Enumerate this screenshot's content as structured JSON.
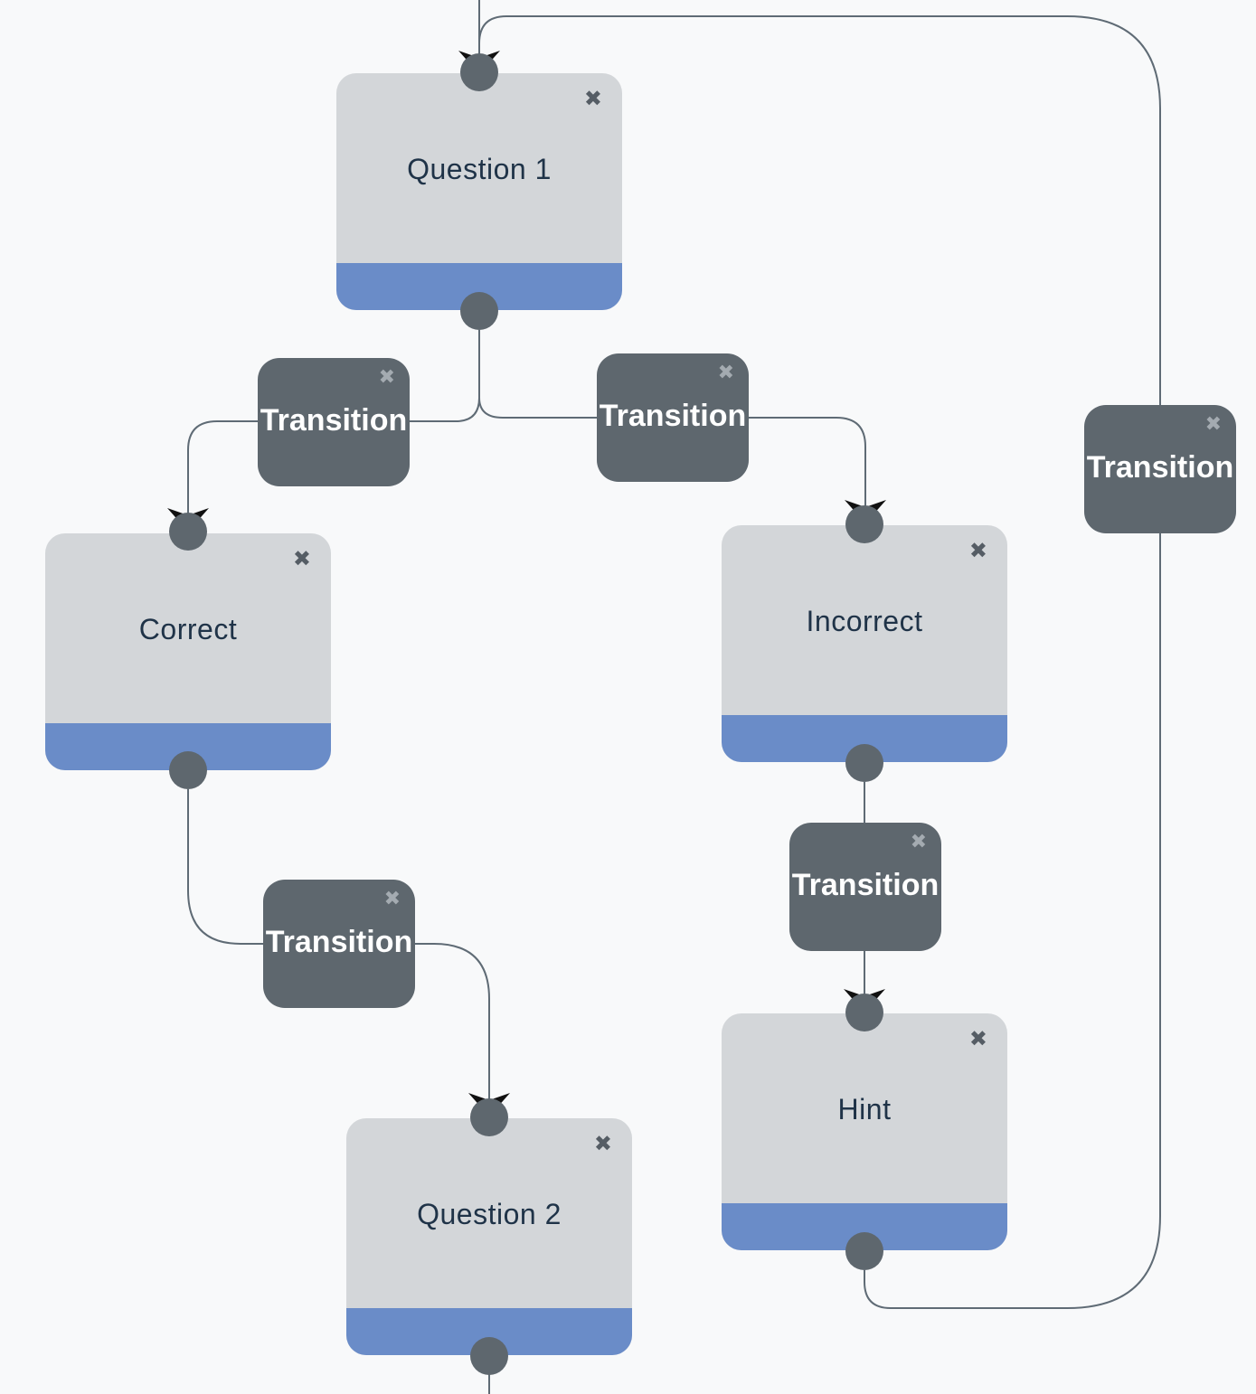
{
  "nodes": {
    "question1": {
      "label": "Question 1",
      "close": "✖"
    },
    "correct": {
      "label": "Correct",
      "close": "✖"
    },
    "incorrect": {
      "label": "Incorrect",
      "close": "✖"
    },
    "hint": {
      "label": "Hint",
      "close": "✖"
    },
    "question2": {
      "label": "Question 2",
      "close": "✖"
    }
  },
  "transitions": {
    "t1": {
      "label": "Transition",
      "close": "✖"
    },
    "t2": {
      "label": "Transition",
      "close": "✖"
    },
    "t3": {
      "label": "Transition",
      "close": "✖"
    },
    "t4": {
      "label": "Transition",
      "close": "✖"
    },
    "t5": {
      "label": "Transition",
      "close": "✖"
    }
  },
  "colors": {
    "node_body": "#d3d6d9",
    "node_footer": "#6a8cc8",
    "transition_body": "#5e676e",
    "edge": "#5f6b75",
    "background": "#f8f9fa"
  },
  "icons": {
    "node_close": "close-icon",
    "port": "connection-port"
  }
}
